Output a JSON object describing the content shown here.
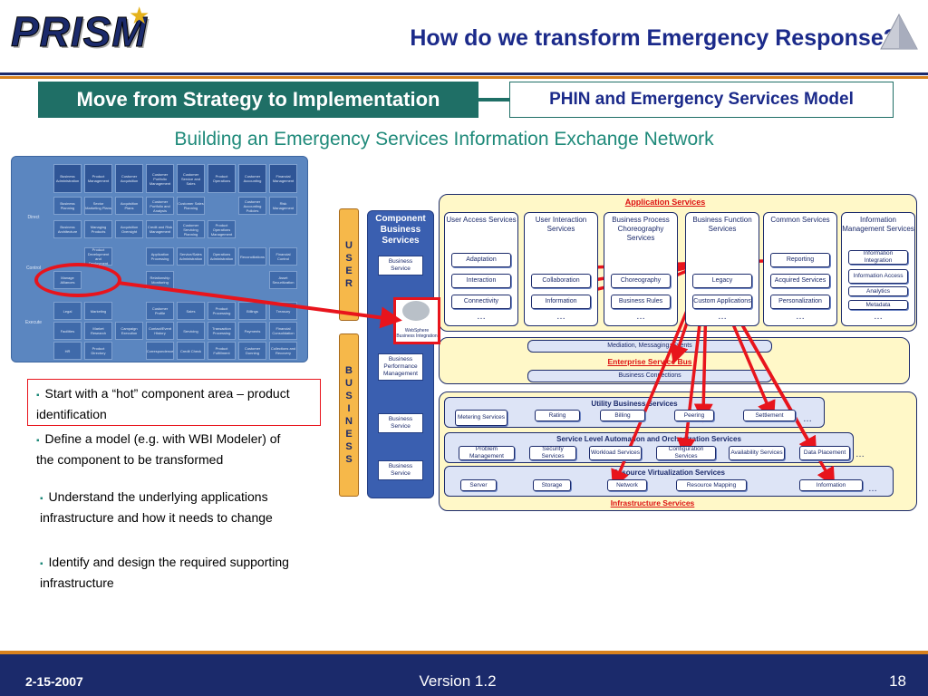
{
  "header": {
    "logo_text": "PRISM",
    "title": "How do we transform Emergency Response?"
  },
  "strategy_label": "Move from Strategy to Implementation",
  "model_label": "PHIN and Emergency Services Model",
  "subtitle": "Building an Emergency Services Information Exchange Network",
  "component_map": {
    "columns": [
      "Business Administration",
      "Product Management",
      "Customer Acquisition",
      "Customer Portfolio Management",
      "Customer Service and Sales",
      "Product Operations",
      "Customer Accounting",
      "Financial Management"
    ],
    "rows": [
      "Direct",
      "Control",
      "Execute"
    ],
    "cells": [
      [
        "Business Planning",
        "Sector Marketing Plans",
        "Acquisition Plans",
        "Customer Portfolio and Analysis",
        "Customer Sales Planning",
        "",
        "Customer Accounting Policies",
        "Risk Management"
      ],
      [
        "Business Architecture",
        "Managing Products",
        "Acquisition Oversight",
        "Credit and Risk Management",
        "Customer Servicing Planning",
        "Product Operations Management",
        "",
        ""
      ],
      [
        "",
        "Product Development and Deployment",
        "",
        "Application Processing",
        "Service/Sales Administration",
        "Operations Administration",
        "Reconciliations",
        "Financial Control"
      ],
      [
        "Manage Alliances",
        "",
        "",
        "Relationship Monitoring",
        "",
        "",
        "",
        "Asset Securitization"
      ],
      [
        "Legal",
        "Marketing",
        "",
        "Customer Profile",
        "Sales",
        "Product Processing",
        "Billings",
        "Treasury"
      ],
      [
        "Facilities",
        "Market Research",
        "Campaign Execution",
        "Contact/Event History",
        "Servicing",
        "Transaction Processing",
        "Payments",
        "Financial Consolidation"
      ],
      [
        "HR",
        "Product Directory",
        "",
        "Correspondence",
        "Credit Check",
        "Product Fulfillment",
        "Customer Dunning",
        "Collections and Recovery"
      ]
    ]
  },
  "bullets": [
    "Start with a “hot” component area – product identification",
    "Define a model (e.g. with WBI Modeler) of the component to be transformed",
    "Understand the underlying applications infrastructure and how it needs to change",
    "Identify and design the required supporting infrastructure"
  ],
  "soa": {
    "users_letters": [
      "U",
      "S",
      "E",
      "R"
    ],
    "business_letters": [
      "B",
      "U",
      "S",
      "I",
      "N",
      "E",
      "S",
      "S"
    ],
    "component_title": "Component Business Services",
    "business_service": "Business Service",
    "business_perf": "Business Performance Management",
    "application_services": "Application Services",
    "app_columns": [
      {
        "title": "User Access Services",
        "items": [
          "Adaptation",
          "Interaction",
          "Connectivity"
        ]
      },
      {
        "title": "User Interaction Services",
        "items": [
          "",
          "Collaboration",
          "Information"
        ]
      },
      {
        "title": "Business Process Choreography Services",
        "items": [
          "",
          "Choreography",
          "Business Rules"
        ]
      },
      {
        "title": "Business Function Services",
        "items": [
          "",
          "Legacy",
          "Custom Applications"
        ]
      },
      {
        "title": "Common Services",
        "items": [
          "Reporting",
          "Acquired Services",
          "Personalization"
        ]
      },
      {
        "title": "Information Management Services",
        "items": [
          "Information Integration",
          "Information Access",
          "Analytics",
          "Metadata"
        ]
      }
    ],
    "ellipsis": "…",
    "mediation": "Mediation, Messaging, Events",
    "esb": "Enterprise Service Bus",
    "business_connections": "Business Connections",
    "utility_title": "Utility Business Services",
    "utility_items": [
      "Metering Services",
      "Rating",
      "Billing",
      "Peering",
      "Settlement"
    ],
    "sla_title": "Service Level Automation and Orchestration Services",
    "sla_items": [
      "Problem Management",
      "Security Services",
      "Workload Services",
      "Configuration Services",
      "Availability Services",
      "Data Placement"
    ],
    "rv_title": "Resource Virtualization Services",
    "rv_items": [
      "Server",
      "Storage",
      "Network",
      "Resource Mapping",
      "Information"
    ],
    "infra_services": "Infrastructure Services",
    "wbi_label": "WebSphere Business Integration"
  },
  "footer": {
    "date": "2-15-2007",
    "version": "Version 1.2",
    "page": "18"
  },
  "colors": {
    "navy": "#1b2a6b",
    "teal": "#1f6f66",
    "red": "#e8141c",
    "orange": "#d8821e"
  }
}
